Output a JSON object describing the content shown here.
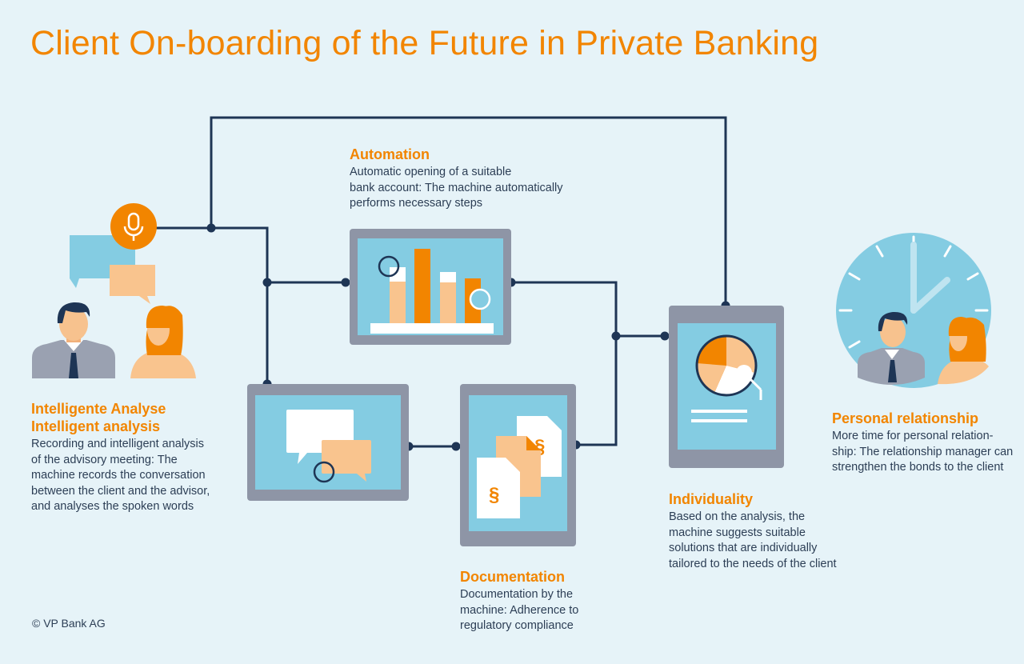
{
  "title": "Client On-boarding of the Future in Private Banking",
  "sections": {
    "analysis": {
      "heading_de": "Intelligente Analyse",
      "heading_en": "Intelligent analysis",
      "lines": [
        "Recording and intelligent analysis",
        "of the advisory meeting: The",
        "machine records the conversation",
        "between the client and the advisor,",
        "and analyses the spoken words"
      ]
    },
    "automation": {
      "heading": "Automation",
      "lines": [
        "Automatic opening of a suitable",
        "bank account: The machine automatically",
        "performs necessary steps"
      ]
    },
    "documentation": {
      "heading": "Documentation",
      "lines": [
        "Documentation by the",
        "machine: Adherence to",
        "regulatory compliance"
      ]
    },
    "individuality": {
      "heading": "Individuality",
      "lines": [
        "Based on the analysis, the",
        "machine suggests suitable",
        "solutions that are individually",
        "tailored to the needs of the client"
      ]
    },
    "relationship": {
      "heading": "Personal relationship",
      "lines": [
        "More time for personal relation-",
        "ship: The relationship manager can",
        "strengthen the bonds to the client"
      ]
    }
  },
  "doc_symbol": "§",
  "copyright": "© VP Bank AG",
  "colors": {
    "orange": "#f28500",
    "navy": "#1e3555",
    "tablet_frame": "#8e95a6",
    "screen": "#84cce2",
    "peach": "#f9c48e",
    "background": "#e6f3f8"
  },
  "icons": [
    "microphone-icon",
    "speech-bubble-icon",
    "bar-chart-icon",
    "pie-chart-icon",
    "document-icon",
    "clock-icon",
    "person-icon"
  ]
}
